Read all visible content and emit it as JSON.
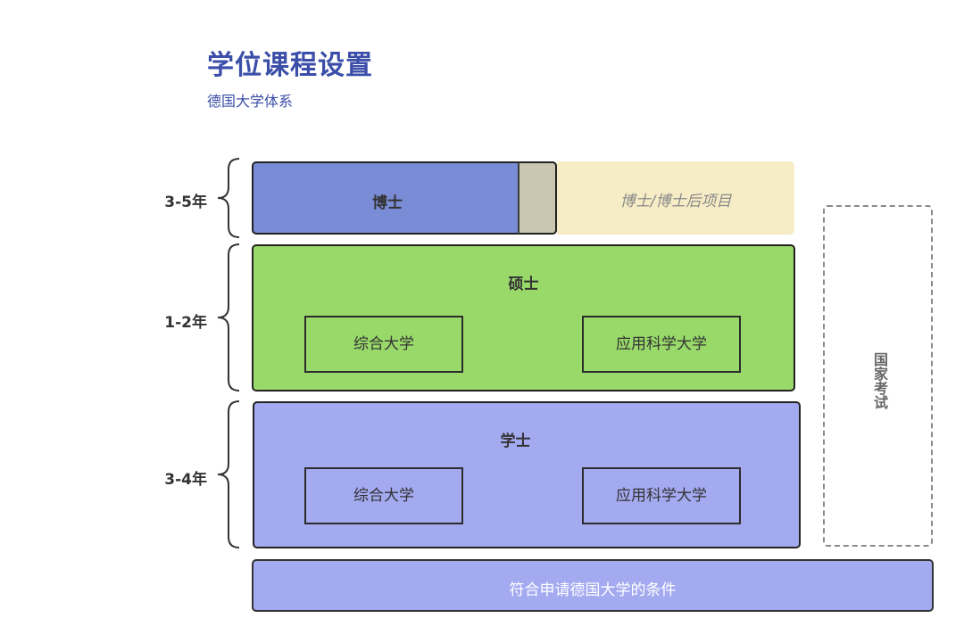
{
  "header": {
    "title": "学位课程设置",
    "subtitle": "德国大学体系"
  },
  "durations": {
    "phd": "3-5年",
    "master": "1-2年",
    "bachelor": "3-4年"
  },
  "phd": {
    "label": "博士",
    "postdoc_label": "博士/博士后项目"
  },
  "master": {
    "label": "硕士",
    "university": "综合大学",
    "applied_university": "应用科学大学"
  },
  "bachelor": {
    "label": "学士",
    "university": "综合大学",
    "applied_university": "应用科学大学"
  },
  "exam": {
    "label": "国家考试"
  },
  "requirement": {
    "label": "符合申请德国大学的条件"
  },
  "colors": {
    "title": "#3b4ea8",
    "phd": "#7a8cd6",
    "postdoc": "#f6edc6",
    "master": "#98d96a",
    "bachelor": "#a3aaf0"
  }
}
